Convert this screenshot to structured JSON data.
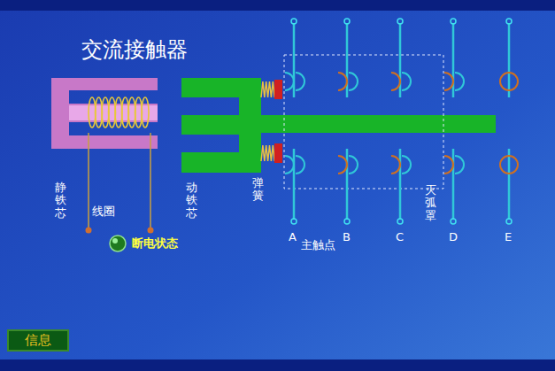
{
  "diagram": {
    "title": "交流接触器",
    "nodes": [
      {
        "text": [
          "信息"
        ]
      }
    ],
    "labels": [
      "静铁芯",
      "线圈",
      "动铁芯",
      "弹簧",
      "灭弧罩",
      "A",
      "B",
      "C",
      "D",
      "E",
      "主触点",
      "断电状态"
    ]
  }
}
